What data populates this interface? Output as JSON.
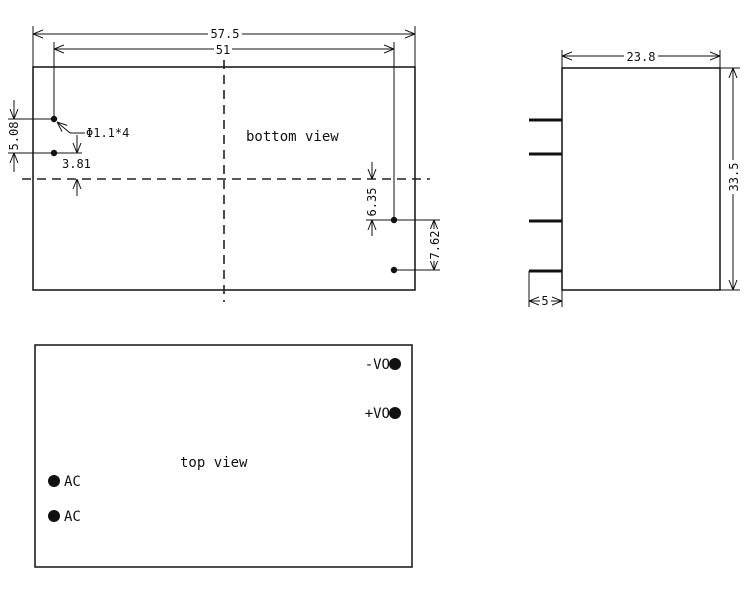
{
  "bottom_view": {
    "label": "bottom view",
    "dims": {
      "overall_length": "57.5",
      "pin_span": "51",
      "pin_pitch_left": "5.08",
      "hole_spec": "Φ1.1*4",
      "pin_offset_left": "3.81",
      "pin_offset_right": "6.35",
      "pin_pitch_right": "7.62"
    }
  },
  "side_view": {
    "dims": {
      "thickness": "23.8",
      "height": "33.5",
      "pin_length": "5"
    }
  },
  "top_view": {
    "label": "top view",
    "pins": [
      "-VO",
      "+VO",
      "AC",
      "AC"
    ]
  }
}
